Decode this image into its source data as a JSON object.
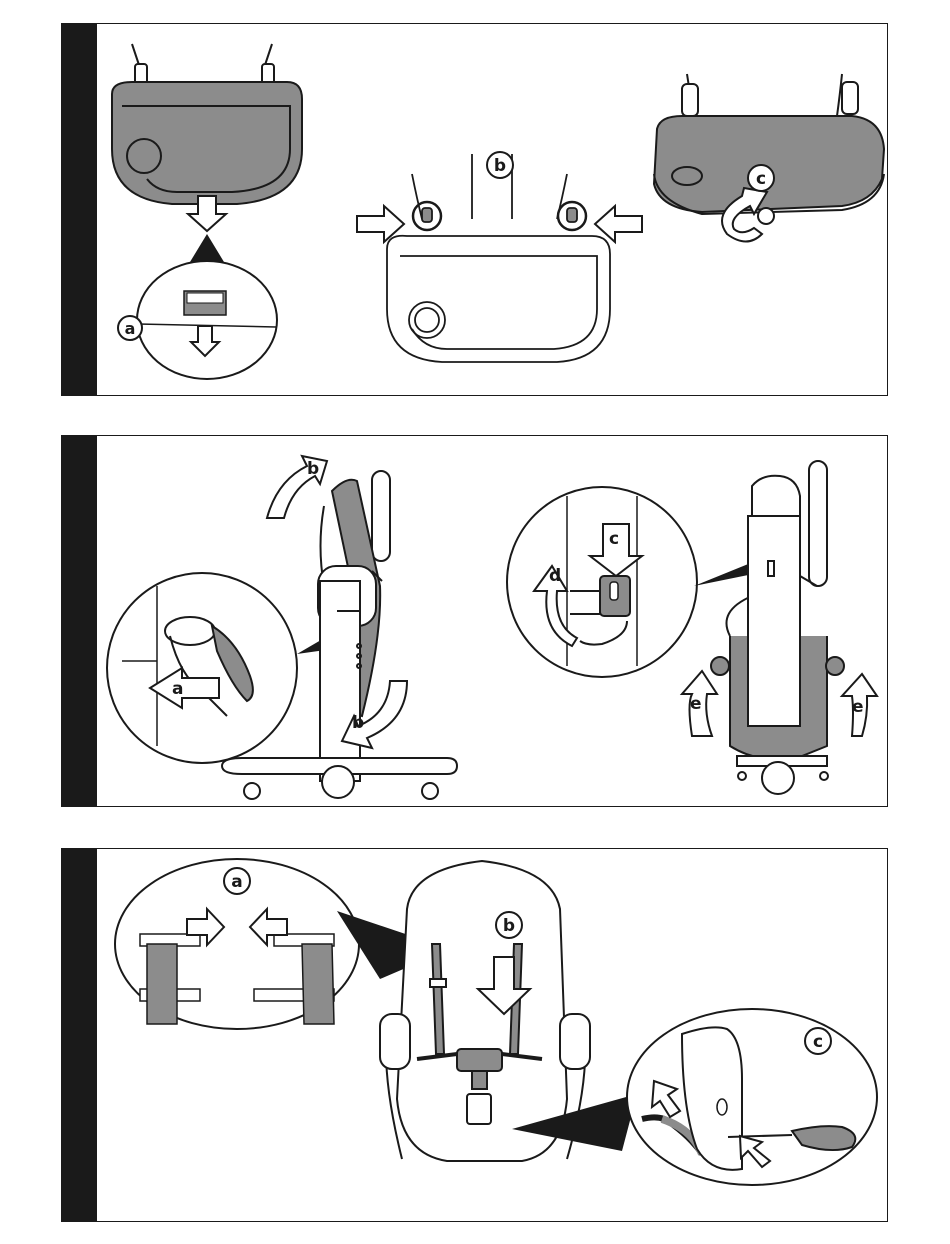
{
  "colors": {
    "outline": "#1a1a1a",
    "fill_gray": "#8c8c8c",
    "tab": "#1a1a1a",
    "background": "#ffffff"
  },
  "panels": [
    {
      "labels": {
        "a": "a",
        "b": "b",
        "c": "c"
      }
    },
    {
      "labels": {
        "a": "a",
        "b_top": "b",
        "b_bottom": "b",
        "c": "c",
        "d": "d",
        "e_left": "e",
        "e_right": "e"
      }
    },
    {
      "labels": {
        "a": "a",
        "b": "b",
        "c": "c"
      }
    }
  ]
}
